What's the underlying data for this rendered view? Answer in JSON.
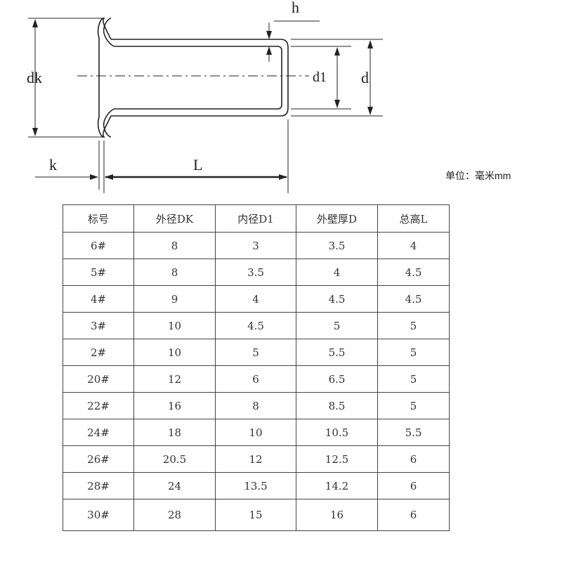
{
  "diagram": {
    "labels": {
      "h": "h",
      "dk": "dk",
      "d1": "d1",
      "d": "d",
      "k": "k",
      "L": "L"
    }
  },
  "unit_note": "单位：毫米mm",
  "table": {
    "headers": [
      "标号",
      "外径DK",
      "内径D1",
      "外壁厚D",
      "总高L"
    ],
    "rows": [
      [
        "6#",
        "8",
        "3",
        "3.5",
        "4"
      ],
      [
        "5#",
        "8",
        "3.5",
        "4",
        "4.5"
      ],
      [
        "4#",
        "9",
        "4",
        "4.5",
        "4.5"
      ],
      [
        "3#",
        "10",
        "4.5",
        "5",
        "5"
      ],
      [
        "2#",
        "10",
        "5",
        "5.5",
        "5"
      ],
      [
        "20#",
        "12",
        "6",
        "6.5",
        "5"
      ],
      [
        "22#",
        "16",
        "8",
        "8.5",
        "5"
      ],
      [
        "24#",
        "18",
        "10",
        "10.5",
        "5.5"
      ],
      [
        "26#",
        "20.5",
        "12",
        "12.5",
        "6"
      ],
      [
        "28#",
        "24",
        "13.5",
        "14.2",
        "6"
      ],
      [
        "30#",
        "28",
        "15",
        "16",
        "6"
      ]
    ]
  }
}
